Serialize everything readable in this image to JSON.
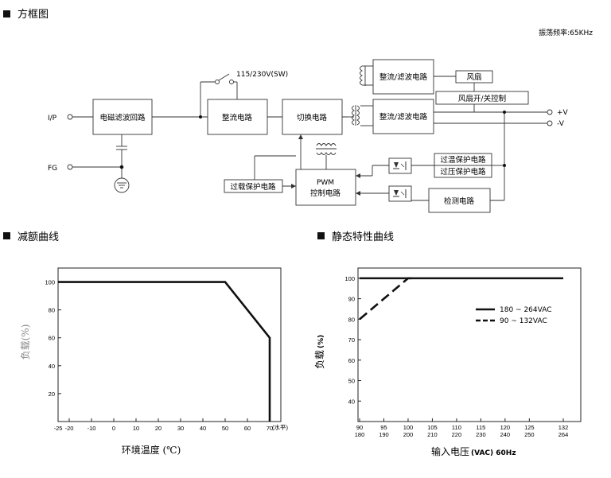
{
  "sections": {
    "block_diagram": "方框图",
    "derating": "减额曲线",
    "static": "静态特性曲线"
  },
  "oscillation": "振荡频率:65KHz",
  "diagram": {
    "ip": "I/P",
    "fg": "FG",
    "switch": "115/230V(SW)",
    "emi": "电磁滤波回路",
    "rect1": "整流电路",
    "switching": "切换电路",
    "rect_filter_top": "整流/滤波电路",
    "rect_filter_main": "整流/滤波电路",
    "fan": "风扇",
    "fan_ctrl": "风扇开/关控制",
    "vplus": "+V",
    "vminus": "-V",
    "ot": "过温保护电路",
    "ov": "过压保护电路",
    "olp": "过载保护电路",
    "pwm1": "PWM",
    "pwm2": "控制电路",
    "detect": "检测电路"
  },
  "chart_data": [
    {
      "type": "line",
      "title": "减额曲线",
      "xlabel": "环境温度 (℃)",
      "x_unit_note": "(水平)",
      "ylabel": "负载(%)",
      "xlim": [
        -25,
        75
      ],
      "ylim": [
        0,
        110
      ],
      "x_ticks": [
        -25,
        -20,
        -10,
        0,
        10,
        20,
        30,
        40,
        50,
        60,
        70
      ],
      "y_ticks": [
        20,
        40,
        60,
        80,
        100
      ],
      "series": [
        {
          "x": [
            -25,
            50,
            70,
            70
          ],
          "y": [
            100,
            100,
            60,
            0
          ]
        }
      ]
    },
    {
      "type": "line",
      "title": "静态特性曲线",
      "xlabel_main": "输入电压",
      "xlabel_bold": "(VAC) 60Hz",
      "ylabel": "负载",
      "ylabel_bold": "(%)",
      "x_ticks_top": [
        "90",
        "95",
        "100",
        "105",
        "110",
        "115",
        "120",
        "125",
        "132"
      ],
      "x_ticks_bottom": [
        "180",
        "190",
        "200",
        "210",
        "220",
        "230",
        "240",
        "250",
        "264"
      ],
      "x_tick_values": [
        90,
        95,
        100,
        105,
        110,
        115,
        120,
        125,
        132
      ],
      "y_ticks": [
        40,
        50,
        60,
        70,
        80,
        90,
        100
      ],
      "series": [
        {
          "name": "180 ~ 264VAC",
          "x": [
            90,
            132
          ],
          "y": [
            100,
            100
          ],
          "style": "solid"
        },
        {
          "name": "90 ~ 132VAC",
          "x": [
            90,
            100,
            101
          ],
          "y": [
            80,
            100,
            100
          ],
          "style": "dashed"
        }
      ]
    }
  ]
}
